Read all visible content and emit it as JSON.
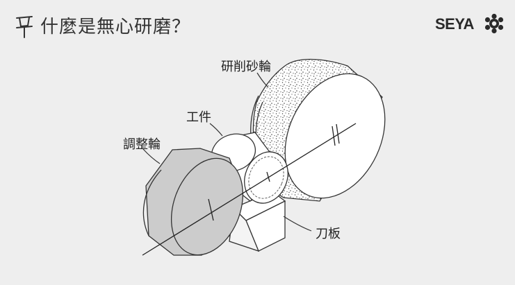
{
  "header": {
    "title": "什麼是無心研磨？",
    "brand": "SEYA"
  },
  "labels": {
    "grinding_wheel": "研削砂輪",
    "workpiece": "工件",
    "regulating_wheel": "調整輪",
    "blade": "刀板"
  },
  "colors": {
    "background": "#eeeeee",
    "regulating_wheel_fill": "#cccccc",
    "line": "#333333"
  }
}
